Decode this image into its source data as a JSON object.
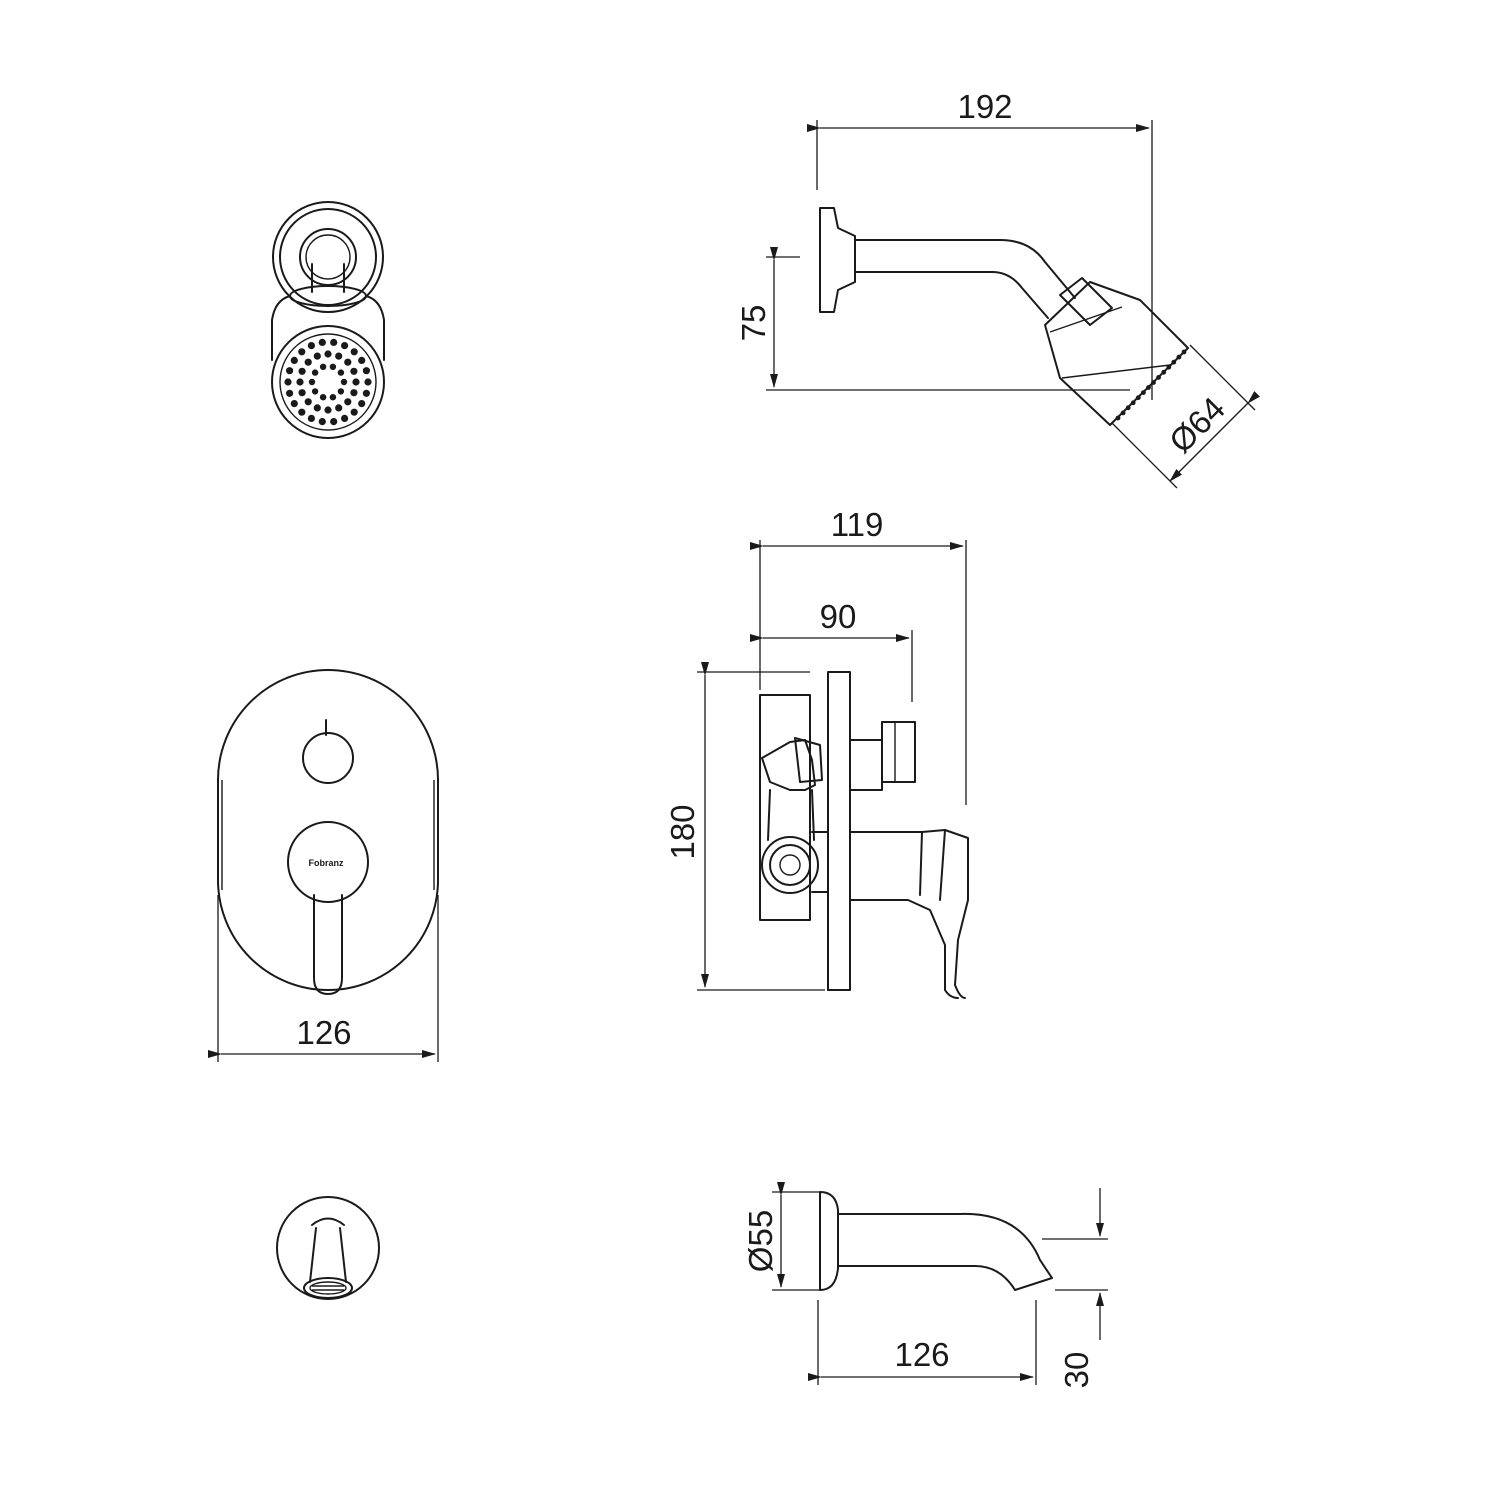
{
  "dimensions": {
    "shower_arm_length": "192",
    "shower_arm_height": "75",
    "shower_head_diameter": "Ø64",
    "mixer_total_depth": "119",
    "mixer_body_depth": "90",
    "mixer_height": "180",
    "mixer_plate_width": "126",
    "spout_flange_diameter": "Ø55",
    "spout_length": "126",
    "spout_height": "30"
  },
  "brand_mark": "Fobranz"
}
